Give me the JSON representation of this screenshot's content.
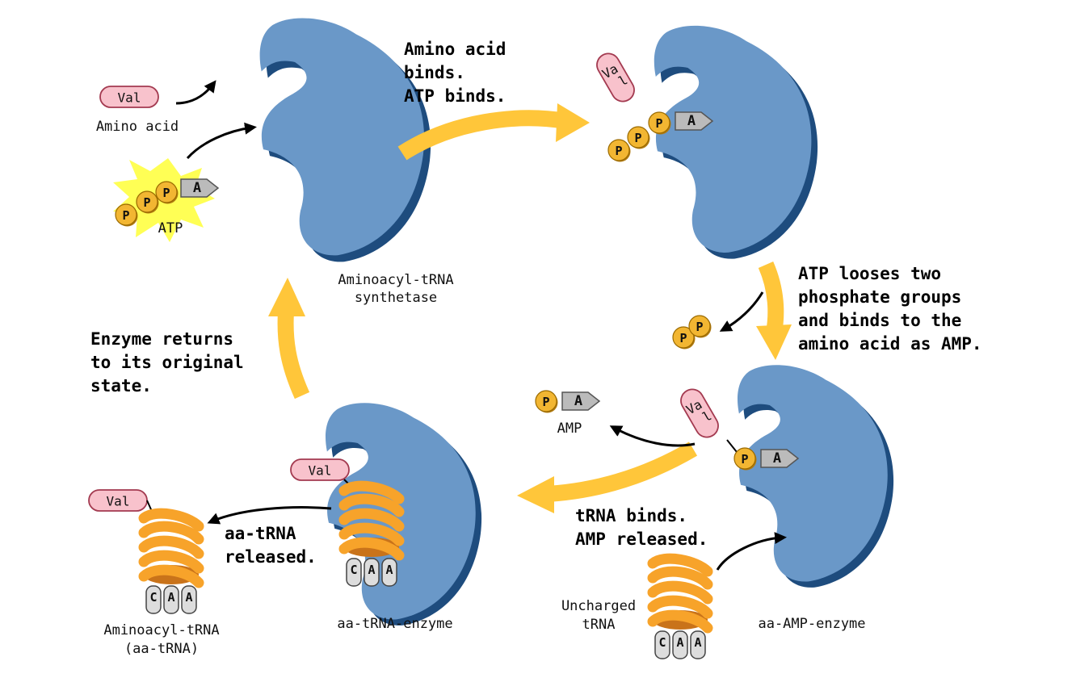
{
  "colors": {
    "enzyme": "#6A98C8",
    "enzyme_shadow": "#1E4C7E",
    "arrow_yellow": "#FFC63A",
    "phosphate": "#F2B632",
    "val_pink": "#F8C2CC",
    "adenine_gray": "#BBBBBB",
    "trna_orange": "#F7A32A",
    "atp_burst": "#FFFF55"
  },
  "molecules": {
    "val": "Val",
    "val_split_a": "Va",
    "val_split_b": "l",
    "p": "P",
    "a": "A",
    "c": "C"
  },
  "labels": {
    "amino_acid": "Amino acid",
    "atp": "ATP",
    "synthetase_line1": "Aminoacyl-tRNA",
    "synthetase_line2": "synthetase",
    "amp": "AMP",
    "uncharged_line1": "Uncharged",
    "uncharged_line2": "tRNA",
    "aa_amp_enzyme": "aa-AMP-enzyme",
    "aa_trna_enzyme": "aa-tRNA-enzyme",
    "aminoacyl_trna_line1": "Aminoacyl-tRNA",
    "aminoacyl_trna_line2": "(aa-tRNA)"
  },
  "steps": {
    "step1": "Amino acid\nbinds.\nATP binds.",
    "step2": "ATP looses two\nphosphate groups\nand binds to the\namino acid as AMP.",
    "step3": "tRNA binds.\nAMP released.",
    "step4": "aa-tRNA\nreleased.",
    "step5": "Enzyme returns\nto its original\nstate."
  }
}
